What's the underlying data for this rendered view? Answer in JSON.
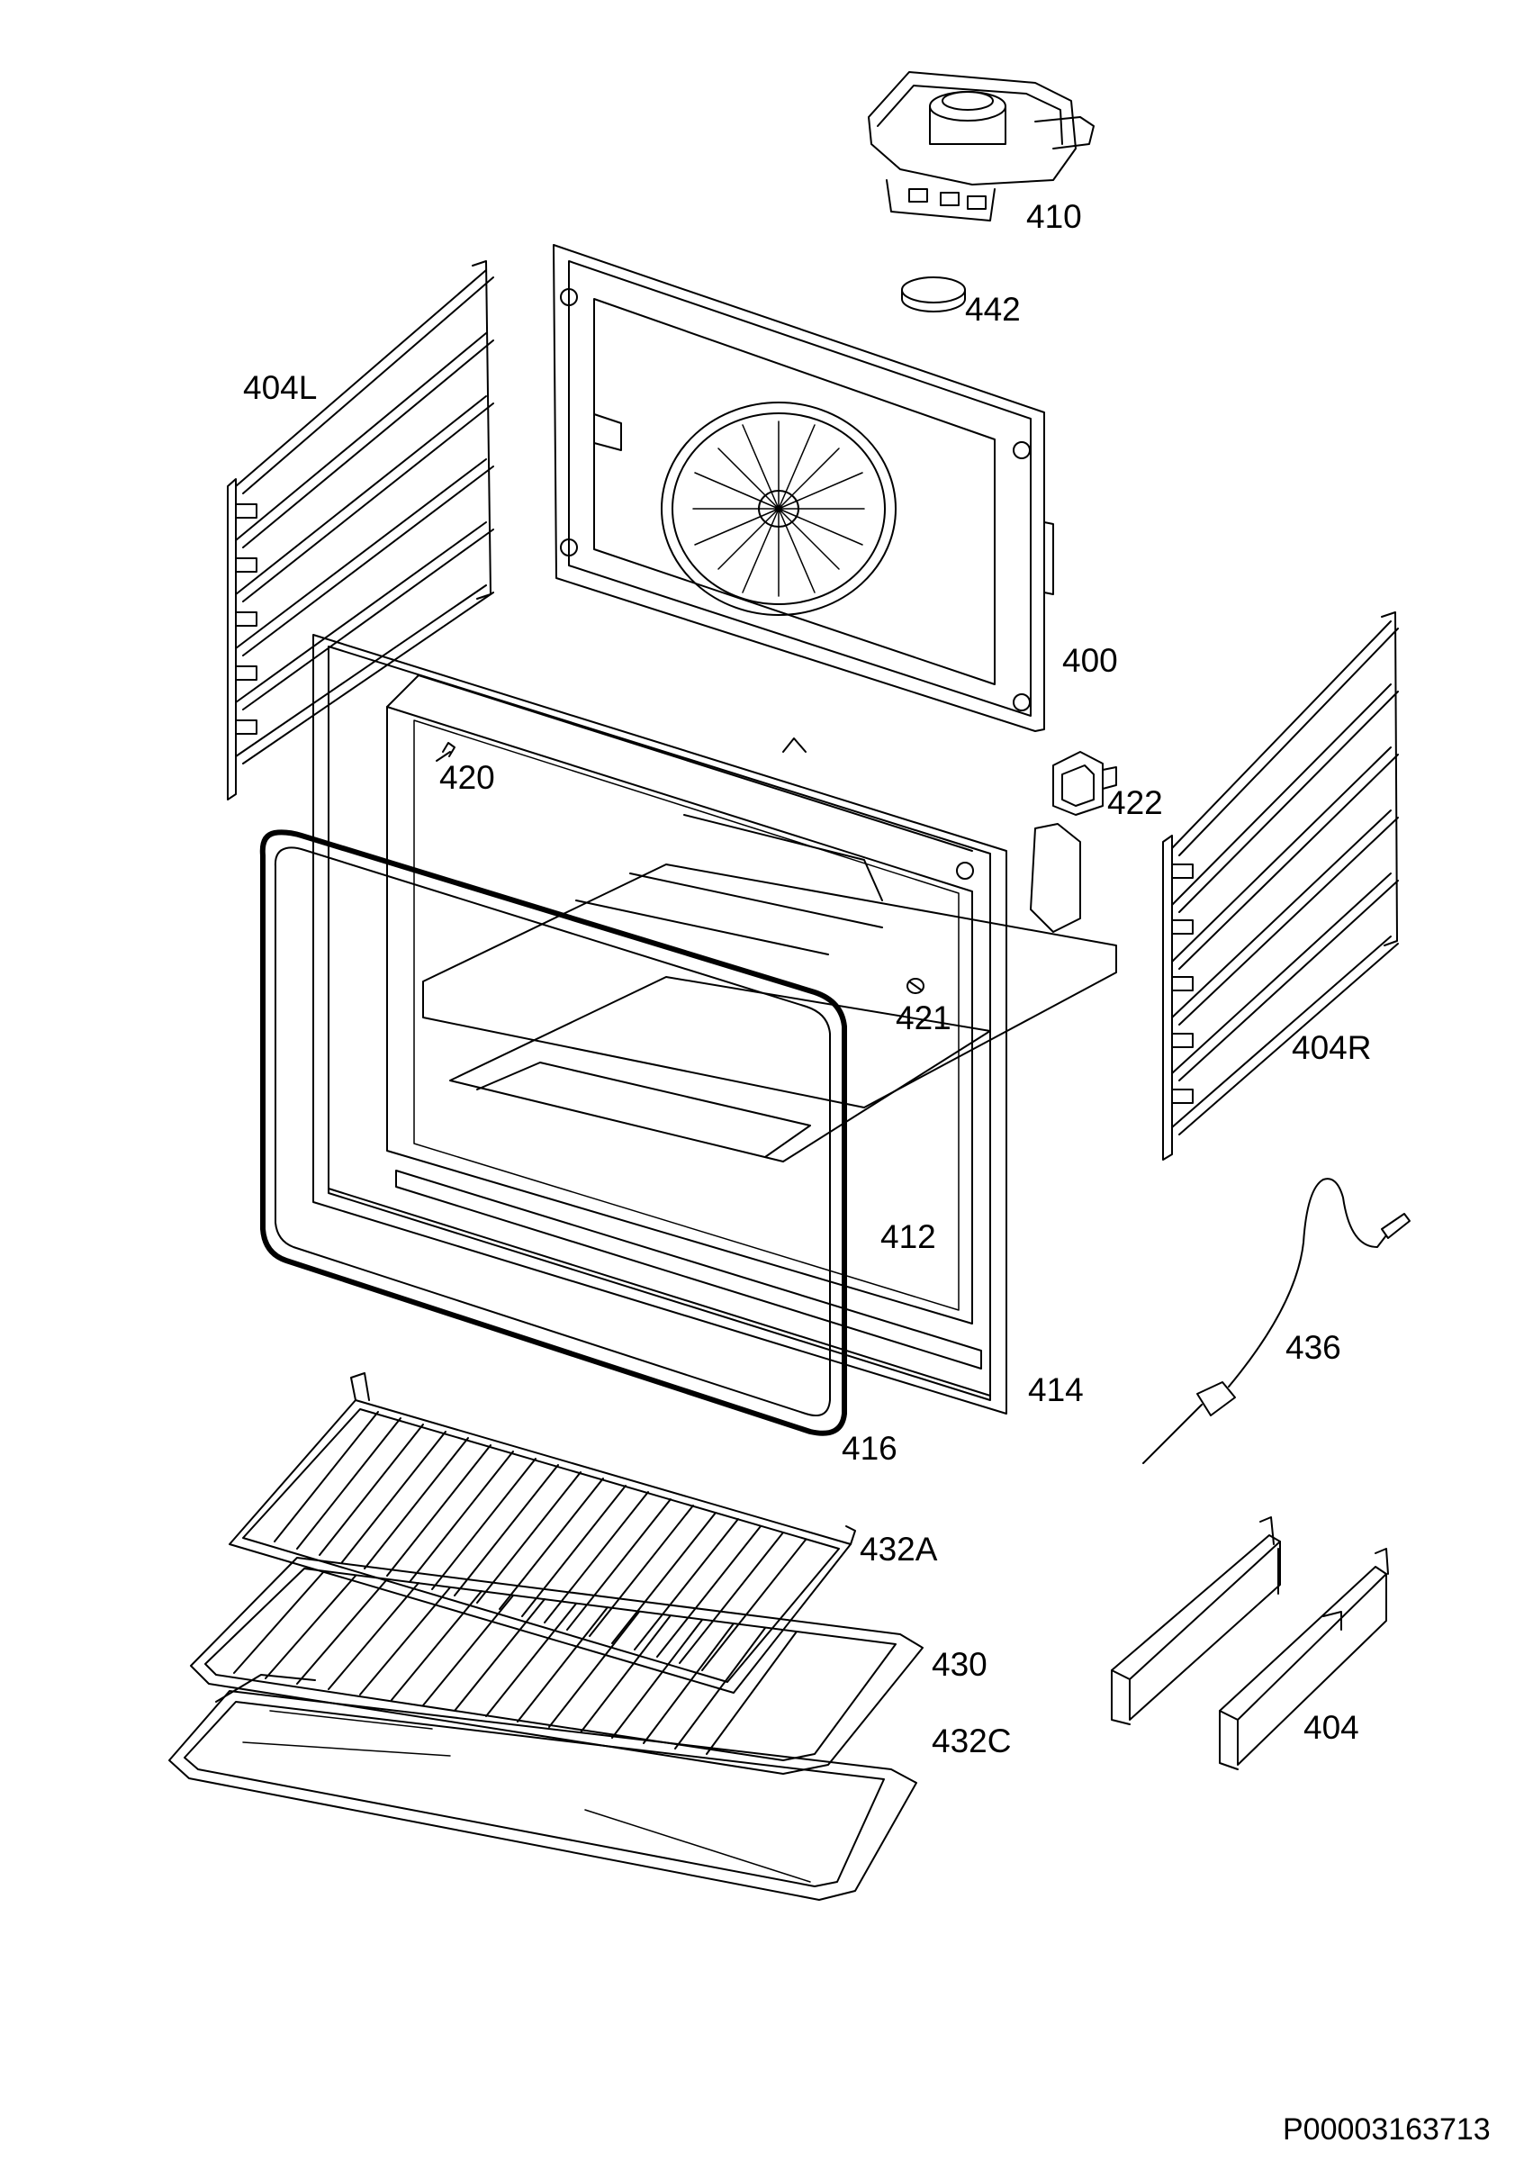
{
  "labels": {
    "p410": "410",
    "p442": "442",
    "p404L": "404L",
    "p400": "400",
    "p420": "420",
    "p422": "422",
    "p421": "421",
    "p404R": "404R",
    "p412": "412",
    "p436": "436",
    "p414": "414",
    "p416": "416",
    "p432A": "432A",
    "p430": "430",
    "p432C": "432C",
    "p404": "404"
  },
  "document_id": "P00003163713",
  "colors": {
    "line": "#000000",
    "background": "#ffffff"
  }
}
